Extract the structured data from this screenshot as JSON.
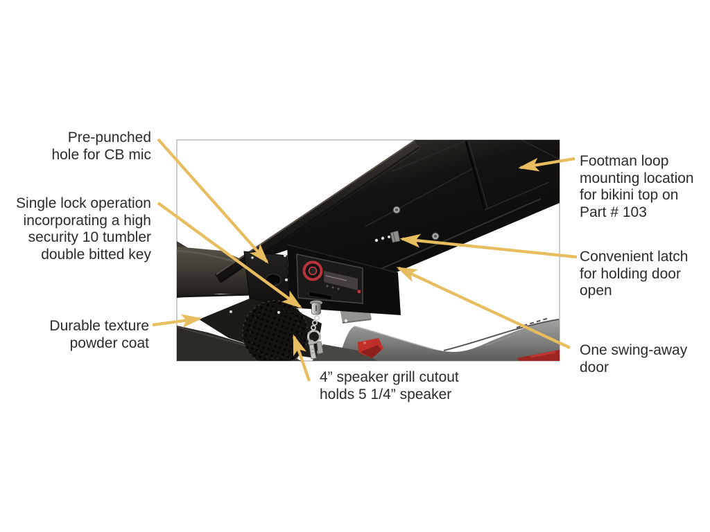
{
  "page": {
    "background": "#ffffff"
  },
  "photo": {
    "alt": "Underside view of black overhead stereo console mounted between vehicle roll bars, with radio head unit, hanging keys and speaker grill",
    "border_color": "#bcbcbc"
  },
  "annotations": {
    "arrow_color": "#e8bd5f",
    "text_color": "#2b2b2b",
    "callouts": [
      {
        "name": "cb-mic-hole",
        "text": "Pre-punched\nhole for CB mic"
      },
      {
        "name": "single-lock",
        "text": "Single lock operation\nincorporating a high\nsecurity 10 tumbler\ndouble bitted key"
      },
      {
        "name": "powder-coat",
        "text": "Durable texture\npowder coat"
      },
      {
        "name": "speaker-grill",
        "text": "4” speaker grill cutout\nholds 5 1/4” speaker"
      },
      {
        "name": "footman-loop",
        "text": "Footman loop\nmounting location\nfor bikini top on\nPart # 103"
      },
      {
        "name": "door-latch",
        "text": "Convenient latch\nfor holding door\nopen"
      },
      {
        "name": "swing-door",
        "text": "One swing-away\ndoor"
      }
    ]
  }
}
